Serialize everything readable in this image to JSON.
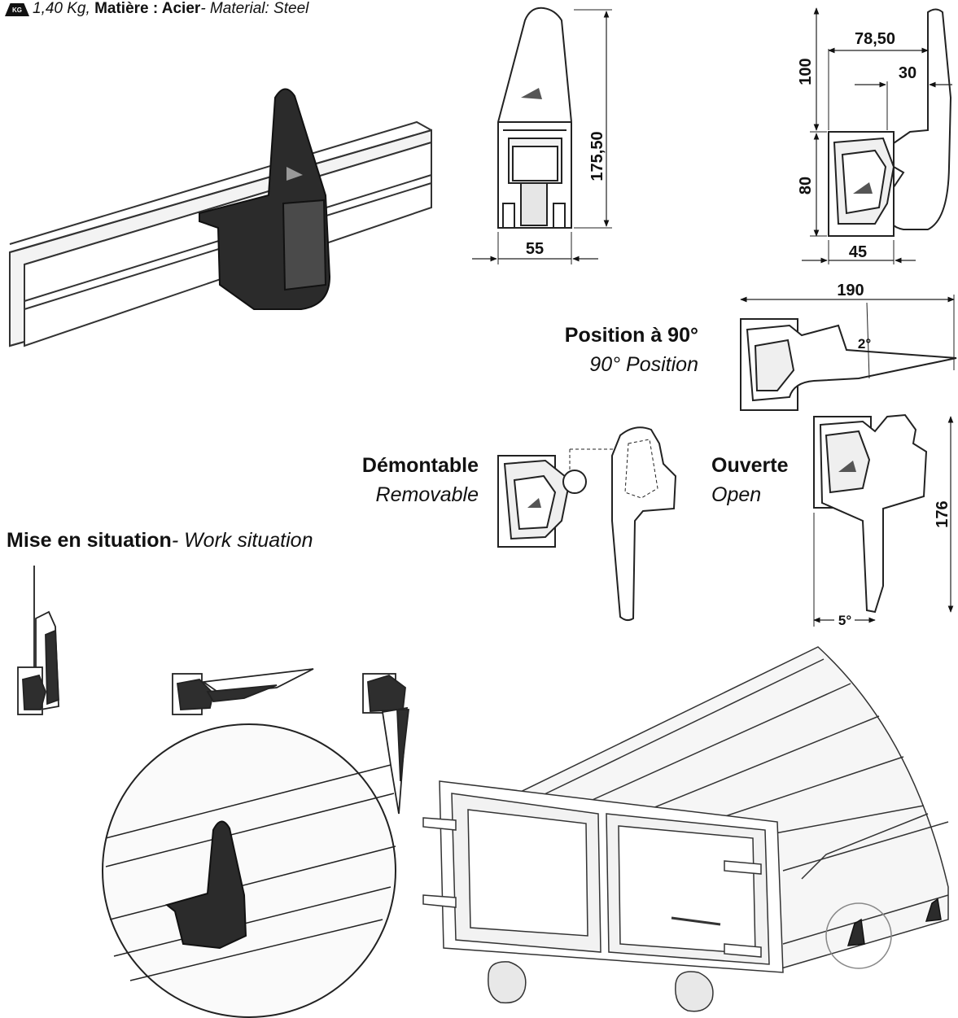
{
  "header": {
    "weight_icon_label": "KG",
    "weight": "1,40 Kg,",
    "material_fr": "Matière : Acier",
    "material_en": "- Material: Steel"
  },
  "dimensions": {
    "front_height": "175,50",
    "front_width": "55",
    "side_top_width": "78,50",
    "side_offset": "30",
    "side_upper_height": "100",
    "side_lower_height": "80",
    "side_base": "45",
    "pos90_length": "190",
    "pos90_angle": "2°",
    "open_height": "176",
    "open_angle": "5°"
  },
  "captions": {
    "position90": {
      "fr": "Position à 90°",
      "en": "90° Position"
    },
    "removable": {
      "fr": "Démontable",
      "en": "Removable"
    },
    "open": {
      "fr": "Ouverte",
      "en": "Open"
    }
  },
  "section": {
    "fr": "Mise en situation",
    "en": "- Work situation"
  }
}
